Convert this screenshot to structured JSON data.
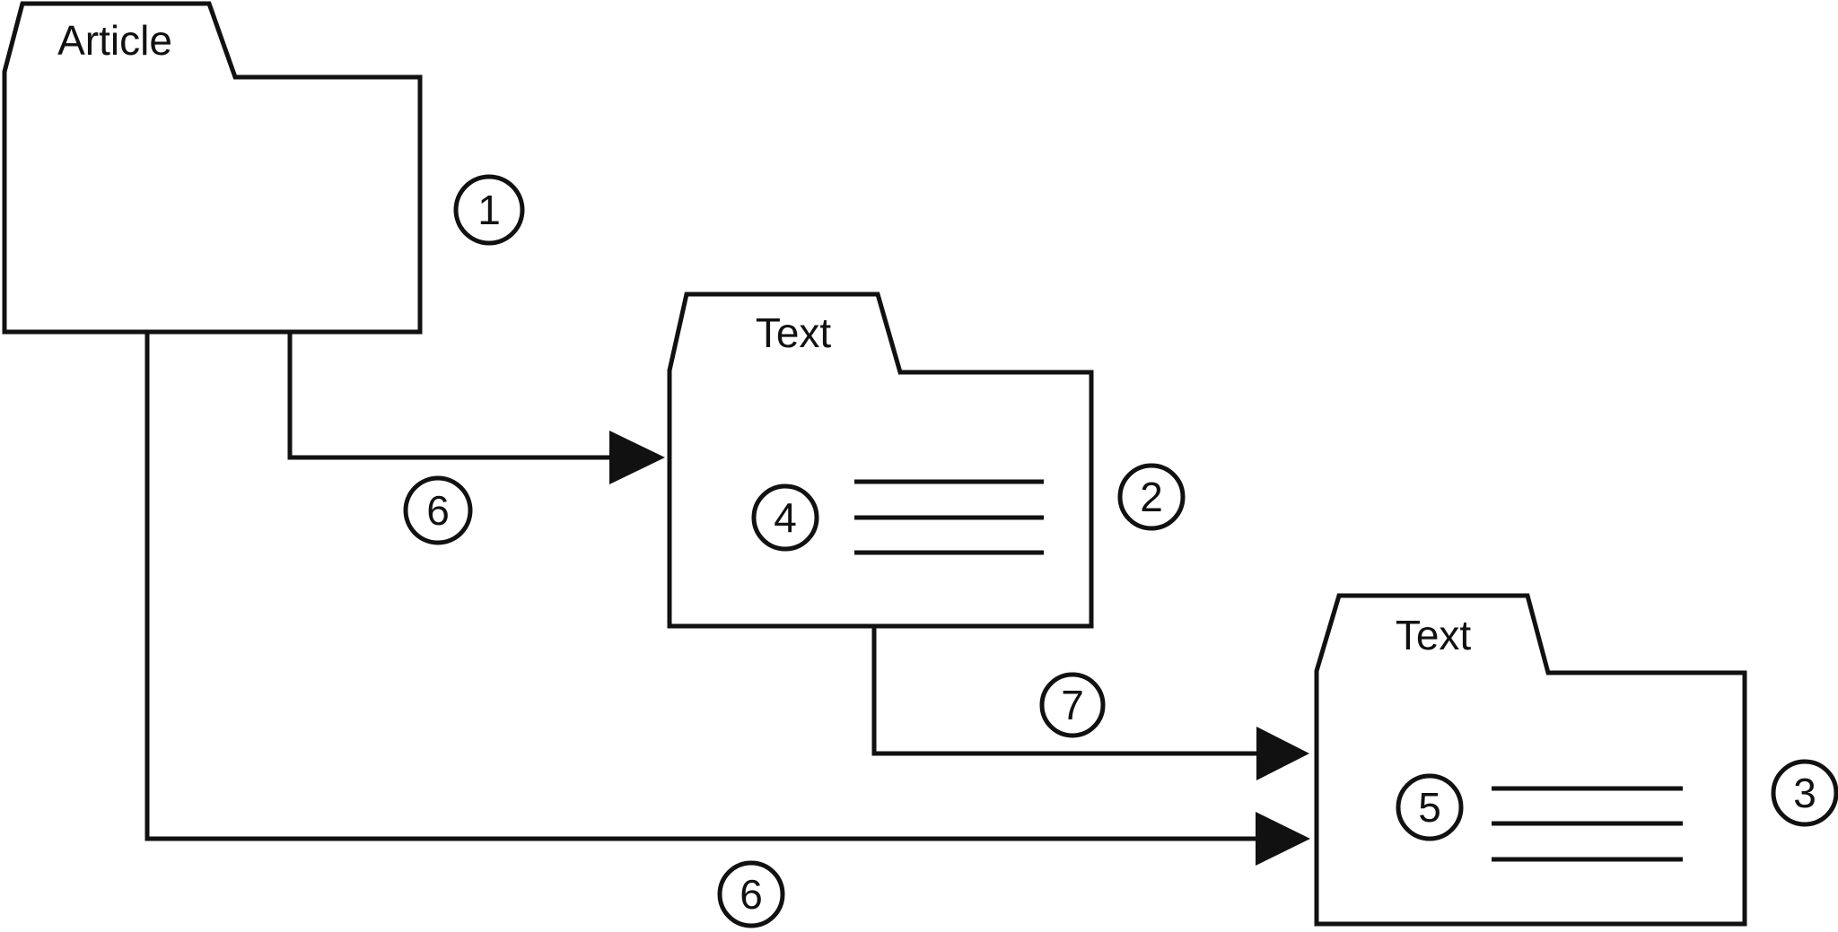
{
  "diagram": {
    "background_color": "#ffffff",
    "line_color": "#111111",
    "folders": [
      {
        "label": "Article",
        "badge": "1"
      },
      {
        "label": "Text",
        "badge": "2",
        "doc_badge": "4"
      },
      {
        "label": "Text",
        "badge": "3",
        "doc_badge": "5"
      }
    ],
    "callouts": {
      "c1": "1",
      "c2": "2",
      "c3": "3",
      "c4": "4",
      "c5": "5",
      "c6_top": "6",
      "c7": "7",
      "c6_bottom": "6"
    },
    "connectors": [
      {
        "from": 0,
        "to": 1,
        "label": "6"
      },
      {
        "from": 1,
        "to": 2,
        "label": "7"
      },
      {
        "from": 0,
        "to": 2,
        "label": "6"
      }
    ]
  }
}
